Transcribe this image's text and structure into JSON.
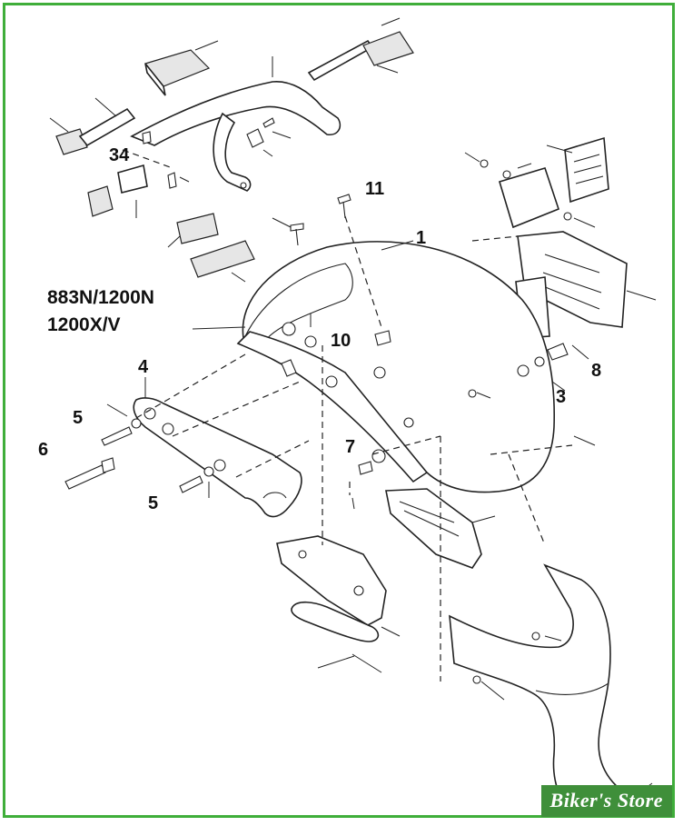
{
  "colors": {
    "frame": "#3fae3a",
    "logo_bg": "#3f8f3a"
  },
  "model_labels": [
    "883N/1200N",
    "1200X/V"
  ],
  "callouts": {
    "c1": "1",
    "c3": "3",
    "c4": "4",
    "c5a": "5",
    "c5b": "5",
    "c6": "6",
    "c7": "7",
    "c8": "8",
    "c10": "10",
    "c11": "11",
    "c34": "34"
  },
  "logo": "Biker's Store"
}
